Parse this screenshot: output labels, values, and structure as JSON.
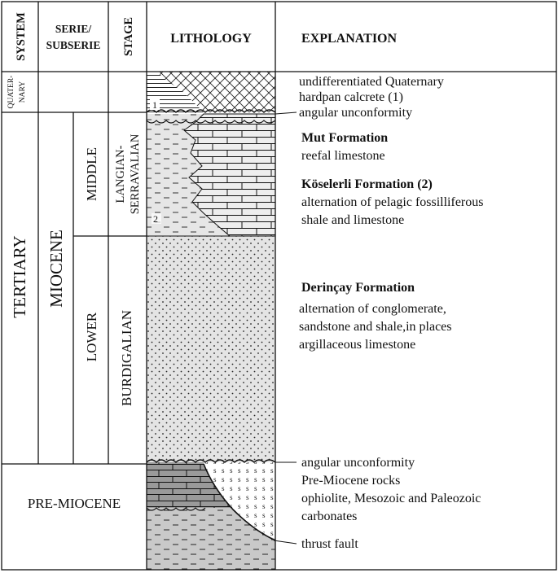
{
  "headers": {
    "system": "SYSTEM",
    "serie_line1": "SERIE/",
    "serie_line2": "SUBSERIE",
    "stage": "STAGE",
    "lithology": "LITHOLOGY",
    "explanation": "EXPLANATION"
  },
  "columns": {
    "quaternary_line1": "QUATER-",
    "quaternary_line2": "NARY",
    "tertiary": "TERTIARY",
    "miocene": "MIOCENE",
    "middle": "MIDDLE",
    "lower": "LOWER",
    "langian_line1": "LANGIAN-",
    "langian_line2": "SERRAVALIAN",
    "burdigalian": "BURDIGALIAN",
    "pre_miocene": "PRE-MIOCENE"
  },
  "unit_markers": {
    "unit1": "1",
    "unit2": "2"
  },
  "explanation": {
    "quaternary_1": "undifferentiated Quaternary",
    "quaternary_2": "hardpan calcrete (1)",
    "unconformity_top": "angular unconformity",
    "mut_title": "Mut Formation",
    "mut_desc": "reefal limestone",
    "koselerli_title": "Köselerli Formation (2)",
    "koselerli_desc1": "alternation of pelagic fossilliferous",
    "koselerli_desc2": "shale and limestone",
    "derincay_title": "Derinçay Formation",
    "derincay_desc1": "alternation of conglomerate,",
    "derincay_desc2": "sandstone and shale,in places",
    "derincay_desc3": "argillaceous limestone",
    "unconformity_bottom": "angular unconformity",
    "pre_miocene_1": "Pre-Miocene rocks",
    "pre_miocene_2": "ophiolite, Mesozoic and Paleozoic",
    "pre_miocene_3": "carbonates",
    "thrust_fault": "thrust fault"
  },
  "colors": {
    "line": "#111111",
    "limestone_fill": "#eeeeee",
    "shale_fill": "#e6e6e6",
    "dotted_fill": "#e4e4e4",
    "pre_limestone_fill": "#9a9a9a",
    "pre_shale_fill": "#c9c9c9"
  }
}
